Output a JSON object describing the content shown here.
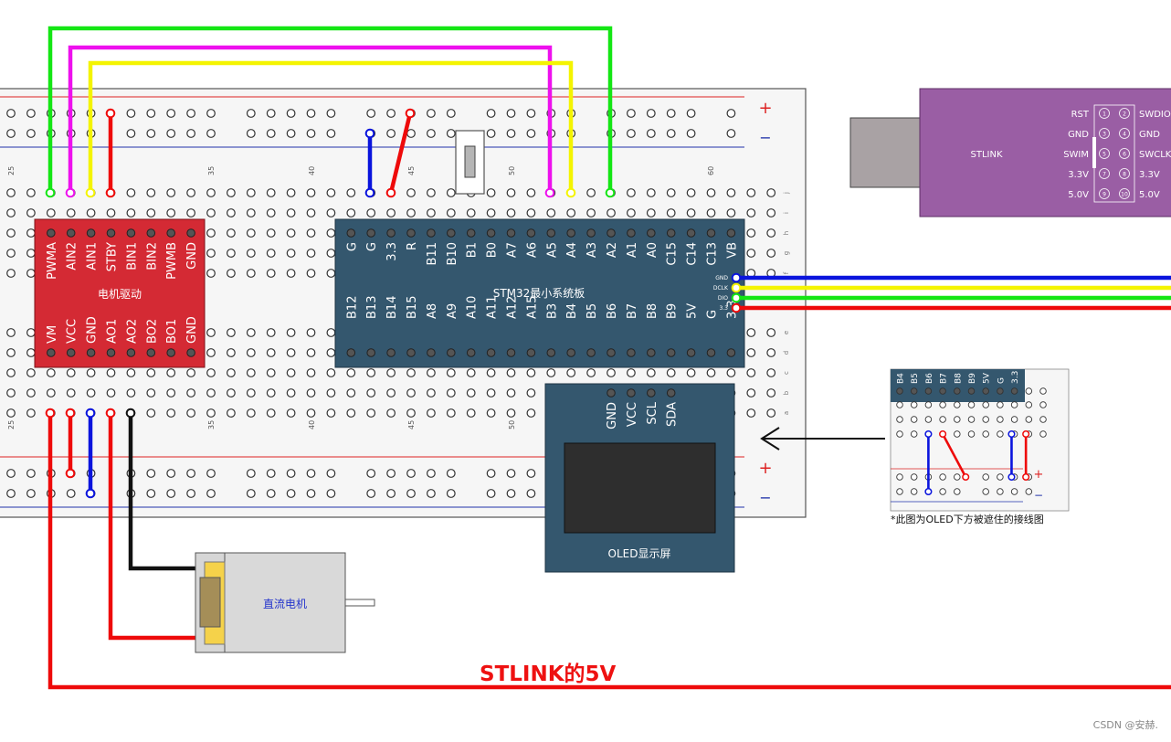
{
  "colors": {
    "green": "#14e614",
    "magenta": "#ee10ee",
    "yellow": "#f4f400",
    "red": "#ee0a0a",
    "blue": "#0a14dd",
    "black": "#111111",
    "driver_board": "#d42a34",
    "mcu_board": "#34576e",
    "stlink_body": "#9a5ea4",
    "oled_board": "#34576e"
  },
  "breadboard": {
    "power_plus": "+",
    "power_minus": "−",
    "column_numbers": [
      "25",
      "35",
      "40",
      "45",
      "50",
      "60"
    ],
    "row_letters": [
      "j",
      "i",
      "h",
      "g",
      "f",
      "e",
      "d",
      "c",
      "b",
      "a"
    ]
  },
  "driver": {
    "title": "电机驱动",
    "top_pins": [
      "PWMA",
      "AIN2",
      "AIN1",
      "STBY",
      "BIN1",
      "BIN2",
      "PWMB",
      "GND"
    ],
    "bottom_pins": [
      "VM",
      "VCC",
      "GND",
      "AO1",
      "AO2",
      "BO2",
      "BO1",
      "GND"
    ]
  },
  "mcu": {
    "title": "STM32最小系统板",
    "top_pins": [
      "G",
      "G",
      "3.3",
      "R",
      "B11",
      "B10",
      "B1",
      "B0",
      "A7",
      "A6",
      "A5",
      "A4",
      "A3",
      "A2",
      "A1",
      "A0",
      "C15",
      "C14",
      "C13",
      "VB"
    ],
    "bottom_pins": [
      "B12",
      "B13",
      "B14",
      "B15",
      "A8",
      "A9",
      "A10",
      "A11",
      "A12",
      "A15",
      "B3",
      "B4",
      "B5",
      "B6",
      "B7",
      "B8",
      "B9",
      "5V",
      "G",
      "3.3"
    ],
    "swd_pins": [
      "GND",
      "DCLK",
      "DIO",
      "3.3"
    ]
  },
  "stlink": {
    "title": "STLINK",
    "left_labels": [
      "RST",
      "GND",
      "SWIM",
      "3.3V",
      "5.0V"
    ],
    "right_labels": [
      "SWDIO",
      "GND",
      "SWCLK",
      "3.3V",
      "5.0V"
    ],
    "pin_numbers": [
      "1",
      "2",
      "3",
      "4",
      "5",
      "6",
      "7",
      "8",
      "9",
      "10"
    ]
  },
  "oled": {
    "title": "OLED显示屏",
    "pins": [
      "GND",
      "VCC",
      "SCL",
      "SDA"
    ]
  },
  "motor": {
    "title": "直流电机"
  },
  "inset": {
    "pins": [
      "B4",
      "B5",
      "B6",
      "B7",
      "B8",
      "B9",
      "5V",
      "G",
      "3.3"
    ],
    "plus": "+",
    "minus": "−",
    "caption": "*此图为OLED下方被遮住的接线图"
  },
  "power_label": "STLINK的5V",
  "watermark": "CSDN @安赫."
}
